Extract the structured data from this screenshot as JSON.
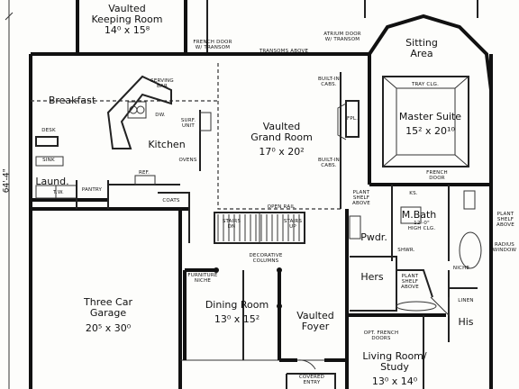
{
  "rooms": {
    "keeping": {
      "name": "Vaulted\nKeeping Room",
      "dim": "14⁰ x 15⁸"
    },
    "sitting": {
      "name": "Sitting\nArea"
    },
    "breakfast": {
      "name": "Breakfast"
    },
    "kitchen": {
      "name": "Kitchen"
    },
    "grand": {
      "name": "Vaulted\nGrand Room",
      "dim": "17⁰ x 20²"
    },
    "master": {
      "name": "Master Suite",
      "dim": "15² x 20¹⁰"
    },
    "laundry": {
      "name": "Laund."
    },
    "mbath": {
      "name": "M.Bath",
      "note": "12'-0\"\nHIGH CLG."
    },
    "powder": {
      "name": "Pwdr."
    },
    "hers": {
      "name": "Hers"
    },
    "his": {
      "name": "His"
    },
    "garage": {
      "name": "Three Car\nGarage",
      "dim": "20⁵ x 30⁰"
    },
    "dining": {
      "name": "Dining Room",
      "dim": "13⁰ x 15²"
    },
    "foyer": {
      "name": "Vaulted\nFoyer"
    },
    "living": {
      "name": "Living Room/\nStudy",
      "dim": "13⁰ x 14⁰"
    }
  },
  "labels": {
    "french_door_transom": "FRENCH DOOR\nW/ TRANSOM",
    "transoms_above": "TRANSOMS ABOVE",
    "atrium_door": "ATRIUM DOOR\nW/ TRANSOM",
    "tray_clg": "TRAY CLG.",
    "serving_bar": "SERVING\nBAR",
    "dw": "DW.",
    "surf_unit": "SURF.\nUNIT",
    "ovens": "OVENS",
    "built_in_cabs_top": "BUILT-IN\nCABS.",
    "built_in_cabs_bottom": "BUILT-IN\nCABS.",
    "fpl": "FPL.",
    "desk": "DESK",
    "sink": "SINK",
    "pantry": "PANTRY",
    "ref": "REF.",
    "coats": "COATS",
    "tw": "T.W.",
    "open_rail": "OPEN RAIL",
    "stairs_dn": "STAIRS\nDN",
    "stairs_up": "STAIRS\nUP",
    "decorative_columns": "DECORATIVE\nCOLUMNS",
    "furniture_niche": "FURNITURE\nNICHE",
    "plant_shelf_above_1": "PLANT\nSHELF\nABOVE",
    "plant_shelf_above_2": "PLANT\nSHELF\nABOVE",
    "plant_shelf_above_3": "PLANT\nSHELF\nABOVE",
    "french_door": "FRENCH\nDOOR",
    "ks": "KS.",
    "shwr": "SHWR.",
    "niche": "NICHE",
    "linen": "LINEN",
    "radius_window": "RADIUS\nWINDOW",
    "opt_french_doors": "OPT. FRENCH\nDOORS",
    "covered_entry": "COVERED\nENTRY",
    "overall_dim": "64'-4\""
  }
}
